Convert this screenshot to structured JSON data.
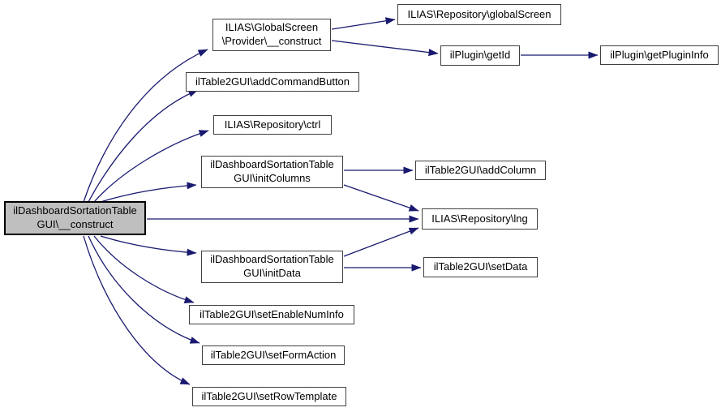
{
  "diagram": {
    "type": "call-graph",
    "colors": {
      "edge": "#191970",
      "node_border": "#404040",
      "node_fill": "#ffffff",
      "focus_node_fill": "#bfbfbf",
      "focus_node_border": "#000000",
      "text": "#000000"
    },
    "nodes": {
      "construct": {
        "lines": [
          "ilDashboardSortationTable",
          "GUI\\__construct"
        ]
      },
      "gs_provider_construct": {
        "lines": [
          "ILIAS\\GlobalScreen",
          "\\Provider\\__construct"
        ]
      },
      "add_command_button": {
        "lines": [
          "ilTable2GUI\\addCommandButton"
        ]
      },
      "repo_ctrl": {
        "lines": [
          "ILIAS\\Repository\\ctrl"
        ]
      },
      "init_columns": {
        "lines": [
          "ilDashboardSortationTable",
          "GUI\\initColumns"
        ]
      },
      "init_data": {
        "lines": [
          "ilDashboardSortationTable",
          "GUI\\initData"
        ]
      },
      "set_enable_num_info": {
        "lines": [
          "ilTable2GUI\\setEnableNumInfo"
        ]
      },
      "set_form_action": {
        "lines": [
          "ilTable2GUI\\setFormAction"
        ]
      },
      "set_row_template": {
        "lines": [
          "ilTable2GUI\\setRowTemplate"
        ]
      },
      "repo_global_screen": {
        "lines": [
          "ILIAS\\Repository\\globalScreen"
        ]
      },
      "plugin_get_id": {
        "lines": [
          "ilPlugin\\getId"
        ]
      },
      "add_column": {
        "lines": [
          "ilTable2GUI\\addColumn"
        ]
      },
      "repo_lng": {
        "lines": [
          "ILIAS\\Repository\\lng"
        ]
      },
      "set_data": {
        "lines": [
          "ilTable2GUI\\setData"
        ]
      },
      "plugin_get_plugin_info": {
        "lines": [
          "ilPlugin\\getPluginInfo"
        ]
      }
    },
    "edges": [
      {
        "from": "construct",
        "to": "gs_provider_construct"
      },
      {
        "from": "construct",
        "to": "add_command_button"
      },
      {
        "from": "construct",
        "to": "repo_ctrl"
      },
      {
        "from": "construct",
        "to": "init_columns"
      },
      {
        "from": "construct",
        "to": "repo_lng"
      },
      {
        "from": "construct",
        "to": "init_data"
      },
      {
        "from": "construct",
        "to": "set_enable_num_info"
      },
      {
        "from": "construct",
        "to": "set_form_action"
      },
      {
        "from": "construct",
        "to": "set_row_template"
      },
      {
        "from": "gs_provider_construct",
        "to": "repo_global_screen"
      },
      {
        "from": "gs_provider_construct",
        "to": "plugin_get_id"
      },
      {
        "from": "plugin_get_id",
        "to": "plugin_get_plugin_info"
      },
      {
        "from": "init_columns",
        "to": "add_column"
      },
      {
        "from": "init_columns",
        "to": "repo_lng"
      },
      {
        "from": "init_data",
        "to": "repo_lng"
      },
      {
        "from": "init_data",
        "to": "set_data"
      }
    ]
  }
}
